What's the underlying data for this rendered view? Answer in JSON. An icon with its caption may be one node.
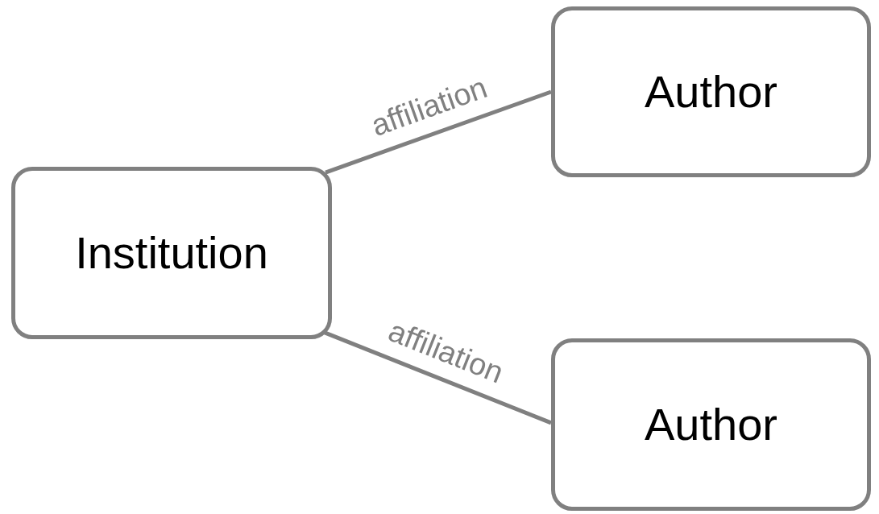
{
  "diagram": {
    "nodes": [
      {
        "text": [
          "Institution"
        ]
      },
      {
        "text": [
          "Author"
        ]
      },
      {
        "text": [
          "Author"
        ]
      }
    ],
    "edges": [
      {
        "from": 0,
        "to": 1,
        "arrow": "none",
        "label": "affiliation"
      },
      {
        "from": 0,
        "to": 2,
        "arrow": "none",
        "label": "affiliation"
      }
    ]
  }
}
